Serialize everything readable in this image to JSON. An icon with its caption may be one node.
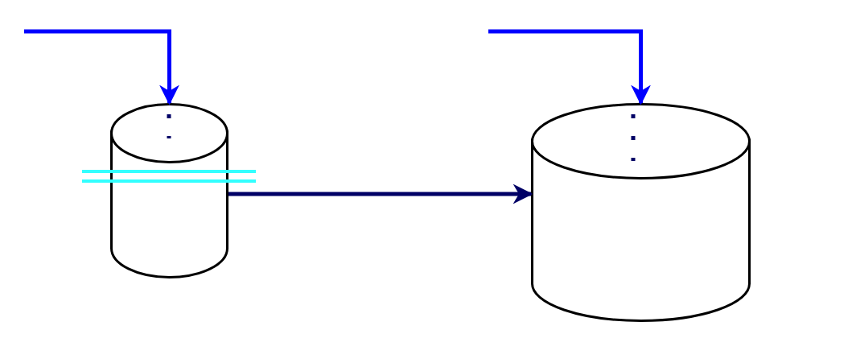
{
  "diagram": {
    "nodes": [
      {
        "text": [],
        "shape": "cylinder"
      },
      {
        "text": [],
        "shape": "cylinder"
      }
    ],
    "edges": [
      {
        "from": null,
        "to": 0,
        "arrow": "to"
      },
      {
        "from": null,
        "to": 1,
        "arrow": "to"
      },
      {
        "from": 0,
        "to": 1,
        "arrow": "to",
        "color": "#000066"
      }
    ]
  }
}
